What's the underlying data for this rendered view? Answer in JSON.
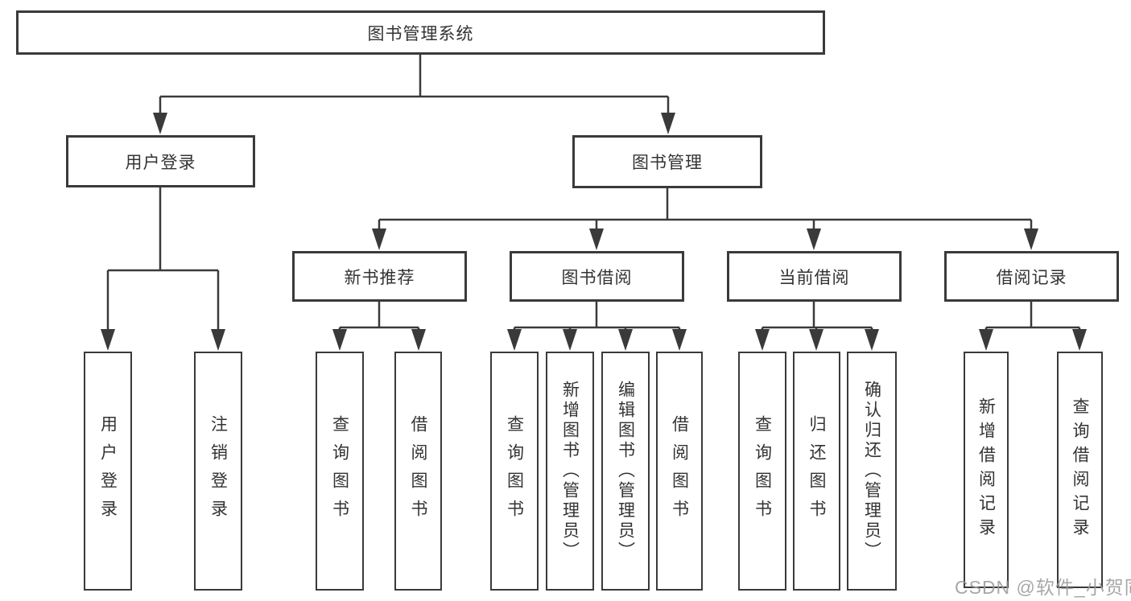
{
  "tree": {
    "root": {
      "label": "图书管理系统"
    },
    "branches": [
      {
        "label": "用户登录",
        "children": [
          {
            "label": "用户登录"
          },
          {
            "label": "注销登录"
          }
        ]
      },
      {
        "label": "图书管理",
        "children": [
          {
            "label": "新书推荐",
            "children": [
              {
                "label": "查询图书"
              },
              {
                "label": "借阅图书"
              }
            ]
          },
          {
            "label": "图书借阅",
            "children": [
              {
                "label": "查询图书"
              },
              {
                "label": "新增图书（管理员）"
              },
              {
                "label": "编辑图书（管理员）"
              },
              {
                "label": "借阅图书"
              }
            ]
          },
          {
            "label": "当前借阅",
            "children": [
              {
                "label": "查询图书"
              },
              {
                "label": "归还图书"
              },
              {
                "label": "确认归还（管理员）"
              }
            ]
          },
          {
            "label": "借阅记录",
            "children": [
              {
                "label": "新增借阅记录"
              },
              {
                "label": "查询借阅记录"
              }
            ]
          }
        ]
      }
    ]
  },
  "watermark": {
    "text": "CSDN @软件_小贺同学"
  },
  "colors": {
    "line": "#3a3a3a",
    "text": "#333333",
    "watermark": "#9b9b9b",
    "background": "#ffffff"
  }
}
